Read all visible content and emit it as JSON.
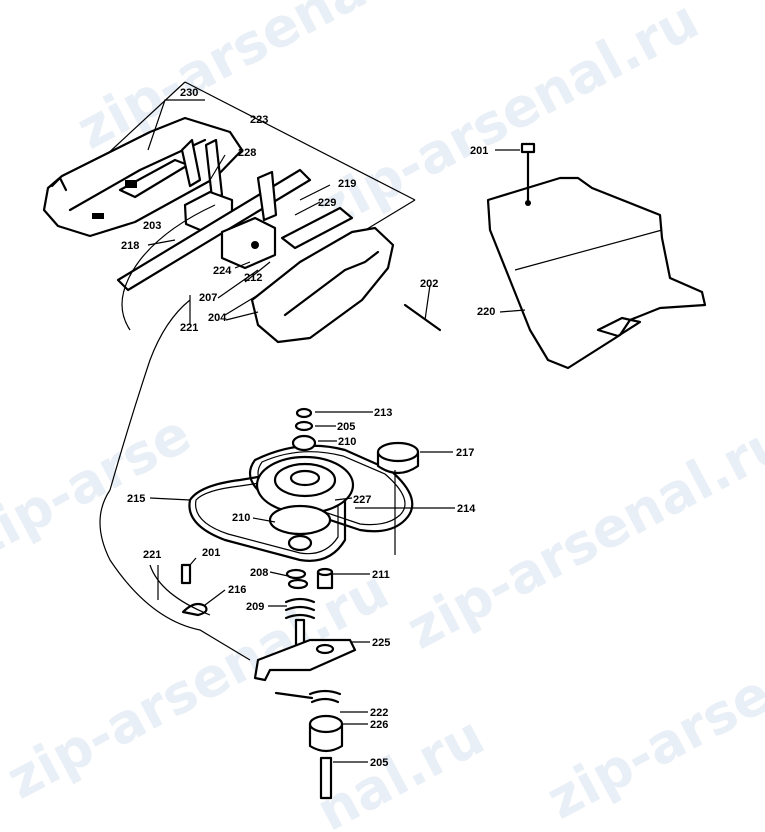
{
  "watermark": {
    "text_a": "zip-arsenal.ru",
    "text_b": "zip-arsenal.ru",
    "text_c": "zip-arse",
    "text_d": "nal.ru",
    "text_e": "zip-arsenal.ru"
  },
  "labels": {
    "p230": "230",
    "p223": "223",
    "p228": "228",
    "p219": "219",
    "p229": "229",
    "p203": "203",
    "p218": "218",
    "p224": "224",
    "p212": "212",
    "p207": "207",
    "p204": "204",
    "p221a": "221",
    "p202": "202",
    "p201a": "201",
    "p220": "220",
    "p213": "213",
    "p205a": "205",
    "p210a": "210",
    "p217": "217",
    "p215": "215",
    "p227": "227",
    "p210b": "210",
    "p214": "214",
    "p221b": "221",
    "p201b": "201",
    "p208": "208",
    "p211": "211",
    "p216": "216",
    "p209": "209",
    "p225": "225",
    "p222": "222",
    "p226": "226",
    "p205b": "205"
  }
}
